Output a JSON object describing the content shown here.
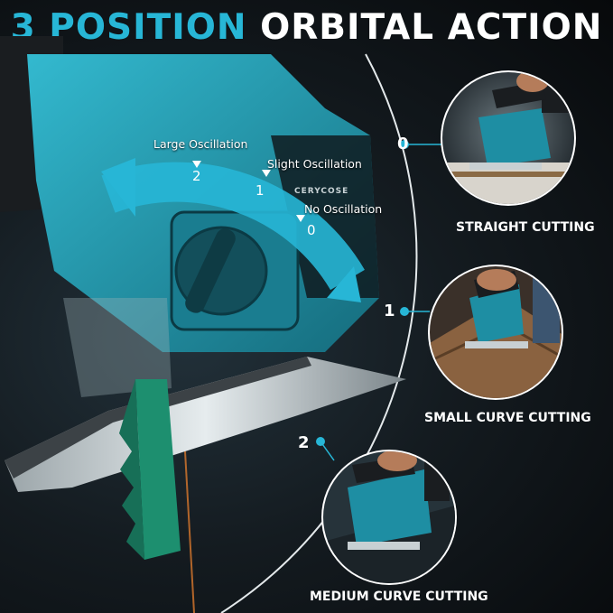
{
  "headline": {
    "part_a": "3 POSITION",
    "part_b": "ORBITAL ACTION"
  },
  "oscillation": {
    "large": "Large Oscillation",
    "slight": "Slight Oscillation",
    "none": "No Oscillation",
    "dial_numbers": [
      "2",
      "1",
      "0"
    ]
  },
  "brand_text": "CERYCOSE",
  "modes": [
    {
      "number": "0",
      "label": "STRAIGHT CUTTING"
    },
    {
      "number": "1",
      "label": "SMALL CURVE CUTTING"
    },
    {
      "number": "2",
      "label": "MEDIUM CURVE CUTTING"
    }
  ],
  "colors": {
    "accent": "#27b6d6",
    "tool_teal": "#1e8ea3",
    "background": "#0d1114",
    "text": "#ffffff"
  }
}
